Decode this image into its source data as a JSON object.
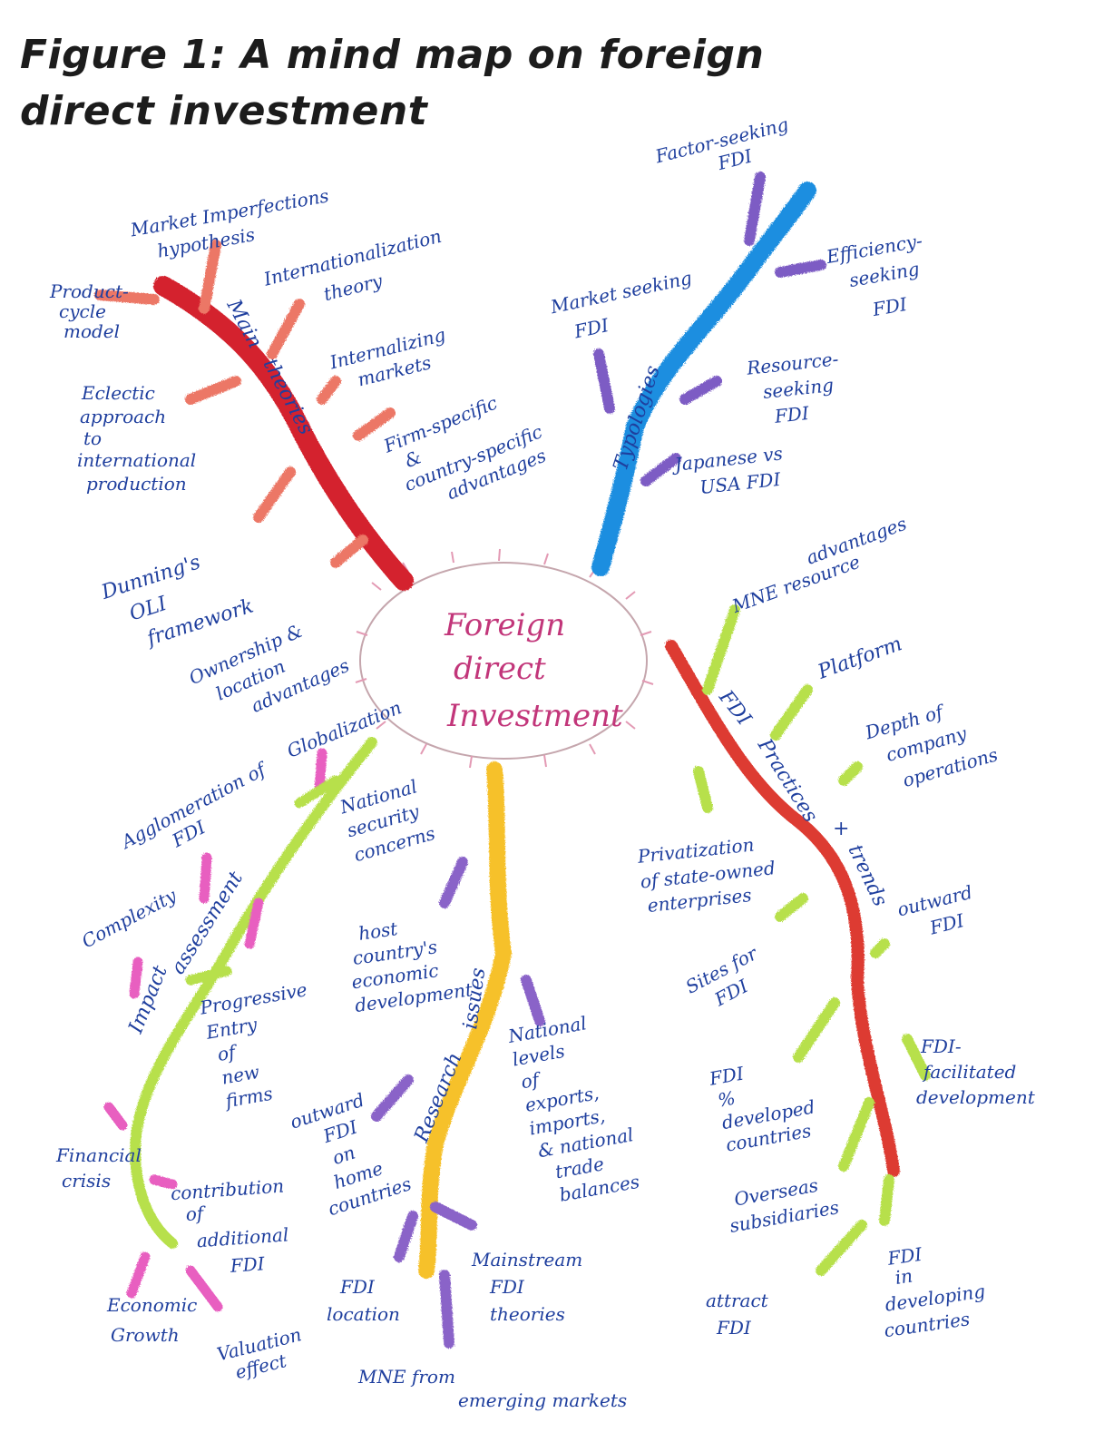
{
  "title": "Figure 1: A mind map on foreign direct investment",
  "center": [
    "Foreign",
    "direct",
    "Investment"
  ],
  "colors": {
    "ink": "#1f3f9e",
    "theories": "#d4222f",
    "theories_twig": "#ec7766",
    "typologies": "#1a8ee0",
    "typologies_twig": "#7d5bc4",
    "practices": "#dd3a33",
    "practices_twig": "#b7e04c",
    "issues": "#f6c12b",
    "issues_twig": "#8a63c8",
    "impact": "#b7e04c",
    "impact_twig": "#e85ec0",
    "center": "#c2367a"
  },
  "branches": {
    "theories": [
      "Main",
      "theories"
    ],
    "typologies": "Typologies",
    "practices": [
      "FDI",
      "Practices",
      "+",
      "trends"
    ],
    "issues": [
      "Research",
      "issues"
    ],
    "impact": [
      "Impact",
      "assessment"
    ]
  },
  "notes": {
    "market_imperfections": [
      "Market Imperfections",
      "hypothesis"
    ],
    "product_cycle": [
      "Product-",
      "cycle",
      "model"
    ],
    "internationalization": [
      "Internationalization",
      "theory"
    ],
    "internalizing": [
      "Internalizing",
      "markets"
    ],
    "eclectic": [
      "Eclectic",
      "approach",
      "to",
      "international",
      "production"
    ],
    "firm_specific": [
      "Firm-specific",
      "&",
      "country-specific",
      "advantages"
    ],
    "dunning": [
      "Dunning's",
      "OLI",
      "framework"
    ],
    "ownership": [
      "Ownership &",
      "location",
      "advantages"
    ],
    "factor_seeking": [
      "Factor-seeking",
      "FDI"
    ],
    "efficiency_seeking": [
      "Efficiency-",
      "seeking",
      "FDI"
    ],
    "market_seeking": [
      "Market seeking",
      "FDI"
    ],
    "resource_seeking": [
      "Resource-",
      "seeking",
      "FDI"
    ],
    "japanese_usa": [
      "Japanese vs",
      "USA FDI"
    ],
    "mne_resource": [
      "MNE resource",
      "advantages"
    ],
    "platform": "Platform",
    "depth": [
      "Depth of",
      "company",
      "operations"
    ],
    "privatization": [
      "Privatization",
      "of state-owned",
      "enterprises"
    ],
    "outward_fdi": [
      "outward",
      "FDI"
    ],
    "sites": [
      "Sites for",
      "FDI"
    ],
    "fdi_facilitated": [
      "FDI-",
      "facilitated",
      "development"
    ],
    "fdi_developed": [
      "FDI",
      "%",
      "developed",
      "countries"
    ],
    "overseas": [
      "Overseas",
      "subsidiaries"
    ],
    "attract": [
      "attract",
      "FDI"
    ],
    "fdi_developing": [
      "FDI",
      "in",
      "developing",
      "countries"
    ],
    "globalization": "Globalization",
    "agglomeration": [
      "Agglomeration of",
      "FDI"
    ],
    "national_security": [
      "National",
      "security",
      "concerns"
    ],
    "complexity": "Complexity",
    "host_country": [
      "host",
      "country's",
      "economic",
      "development"
    ],
    "progressive": [
      "Progressive",
      "Entry",
      "of",
      "new",
      "firms"
    ],
    "national_levels": [
      "National",
      "levels",
      "of",
      "exports,",
      "imports,",
      "& national",
      "trade",
      "balances"
    ],
    "financial_crisis": [
      "Financial",
      "crisis"
    ],
    "outward_home": [
      "outward",
      "FDI",
      "on",
      "home",
      "countries"
    ],
    "contribution": [
      "contribution",
      "of",
      "additional",
      "FDI"
    ],
    "mainstream": [
      "Mainstream",
      "FDI",
      "theories"
    ],
    "economic_growth": [
      "Economic",
      "Growth"
    ],
    "fdi_location": [
      "FDI",
      "location"
    ],
    "valuation": [
      "Valuation",
      "effect"
    ],
    "mne_emerging": [
      "MNE from",
      "emerging markets"
    ]
  }
}
